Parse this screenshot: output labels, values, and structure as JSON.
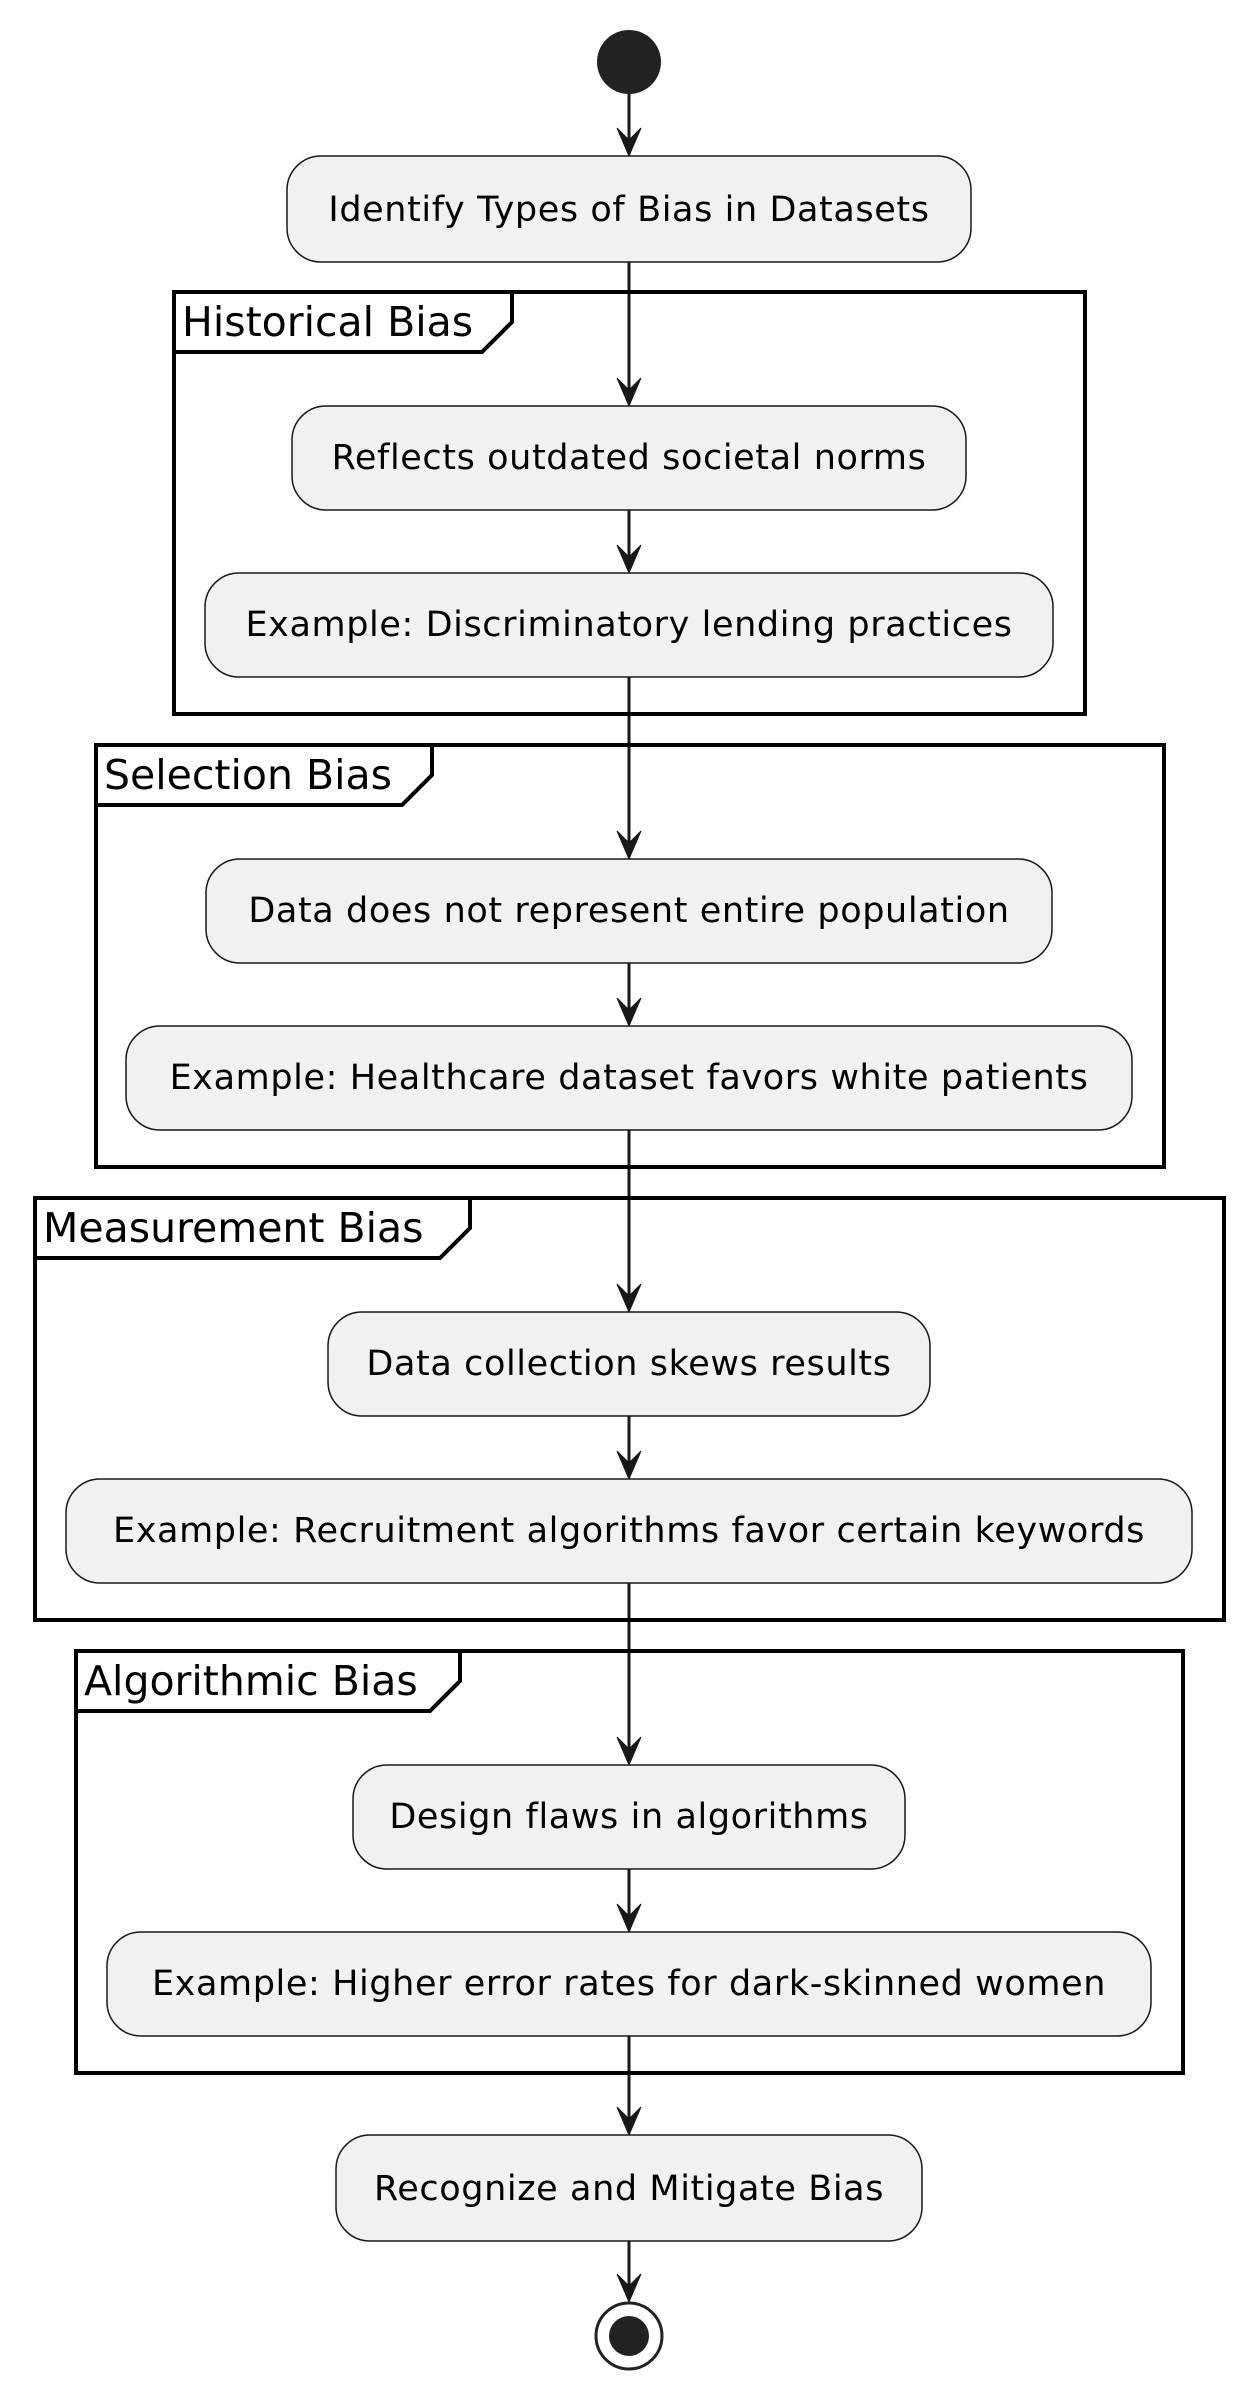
{
  "diagram": {
    "type": "activity",
    "start": "start",
    "end": "end",
    "top_node": "Identify Types of Bias in Datasets",
    "groups": [
      {
        "title": "Historical Bias",
        "nodes": [
          "Reflects outdated societal norms",
          "Example: Discriminatory lending practices"
        ]
      },
      {
        "title": "Selection Bias",
        "nodes": [
          "Data does not represent entire population",
          "Example: Healthcare dataset favors white patients"
        ]
      },
      {
        "title": "Measurement Bias",
        "nodes": [
          "Data collection skews results",
          "Example: Recruitment algorithms favor certain keywords"
        ]
      },
      {
        "title": "Algorithmic Bias",
        "nodes": [
          "Design flaws in algorithms",
          "Example: Higher error rates for dark-skinned women"
        ]
      }
    ],
    "bottom_node": "Recognize and Mitigate Bias",
    "edges": [
      [
        "start",
        "Identify Types of Bias in Datasets"
      ],
      [
        "Identify Types of Bias in Datasets",
        "Reflects outdated societal norms"
      ],
      [
        "Reflects outdated societal norms",
        "Example: Discriminatory lending practices"
      ],
      [
        "Example: Discriminatory lending practices",
        "Data does not represent entire population"
      ],
      [
        "Data does not represent entire population",
        "Example: Healthcare dataset favors white patients"
      ],
      [
        "Example: Healthcare dataset favors white patients",
        "Data collection skews results"
      ],
      [
        "Data collection skews results",
        "Example: Recruitment algorithms favor certain keywords"
      ],
      [
        "Example: Recruitment algorithms favor certain keywords",
        "Design flaws in algorithms"
      ],
      [
        "Design flaws in algorithms",
        "Example: Higher error rates for dark-skinned women"
      ],
      [
        "Example: Higher error rates for dark-skinned women",
        "Recognize and Mitigate Bias"
      ],
      [
        "Recognize and Mitigate Bias",
        "end"
      ]
    ]
  }
}
